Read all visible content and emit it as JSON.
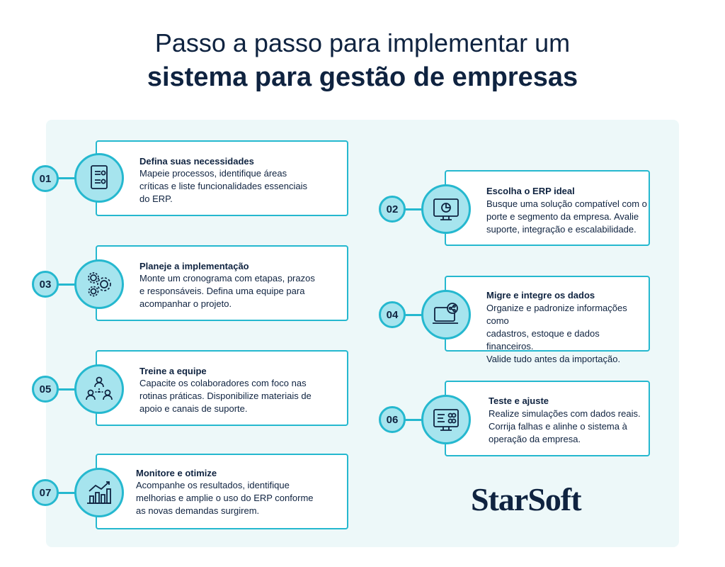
{
  "header": {
    "title_line1": "Passo a passo para implementar um",
    "title_line2": "sistema para gestão de empresas"
  },
  "steps": [
    {
      "number": "01",
      "title": "Defina suas necessidades",
      "body": "Mapeie processos, identifique áreas\ncríticas e liste funcionalidades essenciais\ndo ERP.",
      "icon": "checklist-icon"
    },
    {
      "number": "02",
      "title": "Escolha o ERP ideal",
      "body": "Busque uma solução compatível com o\nporte e segmento da empresa. Avalie\nsuporte, integração e escalabilidade.",
      "icon": "monitor-chart-icon"
    },
    {
      "number": "03",
      "title": "Planeje a implementação",
      "body": "Monte um cronograma com etapas, prazos\ne responsáveis. Defina uma equipe para\nacompanhar o projeto.",
      "icon": "gears-icon"
    },
    {
      "number": "04",
      "title": "Migre e integre os dados",
      "body": "Organize e padronize informações como\ncadastros, estoque e dados financeiros.\nValide tudo antes da importação.",
      "icon": "laptop-share-icon"
    },
    {
      "number": "05",
      "title": "Treine a equipe",
      "body": "Capacite os colaboradores com foco nas\nrotinas práticas. Disponibilize materiais de\napoio e canais de suporte.",
      "icon": "team-icon"
    },
    {
      "number": "06",
      "title": "Teste e ajuste",
      "body": "Realize simulações com dados reais.\nCorrija falhas e alinhe o sistema à\noperação da empresa.",
      "icon": "monitor-settings-icon"
    },
    {
      "number": "07",
      "title": "Monitore e otimize",
      "body": "Acompanhe os resultados, identifique\nmelhorias e amplie o uso do ERP conforme\nas novas demandas surgirem.",
      "icon": "growth-chart-icon"
    }
  ],
  "brand": {
    "logo_text": "StarSoft"
  },
  "colors": {
    "accent": "#25b8cf",
    "circle_fill": "#a6e4ee",
    "text": "#0f2340",
    "panel": "#edf8f9"
  }
}
